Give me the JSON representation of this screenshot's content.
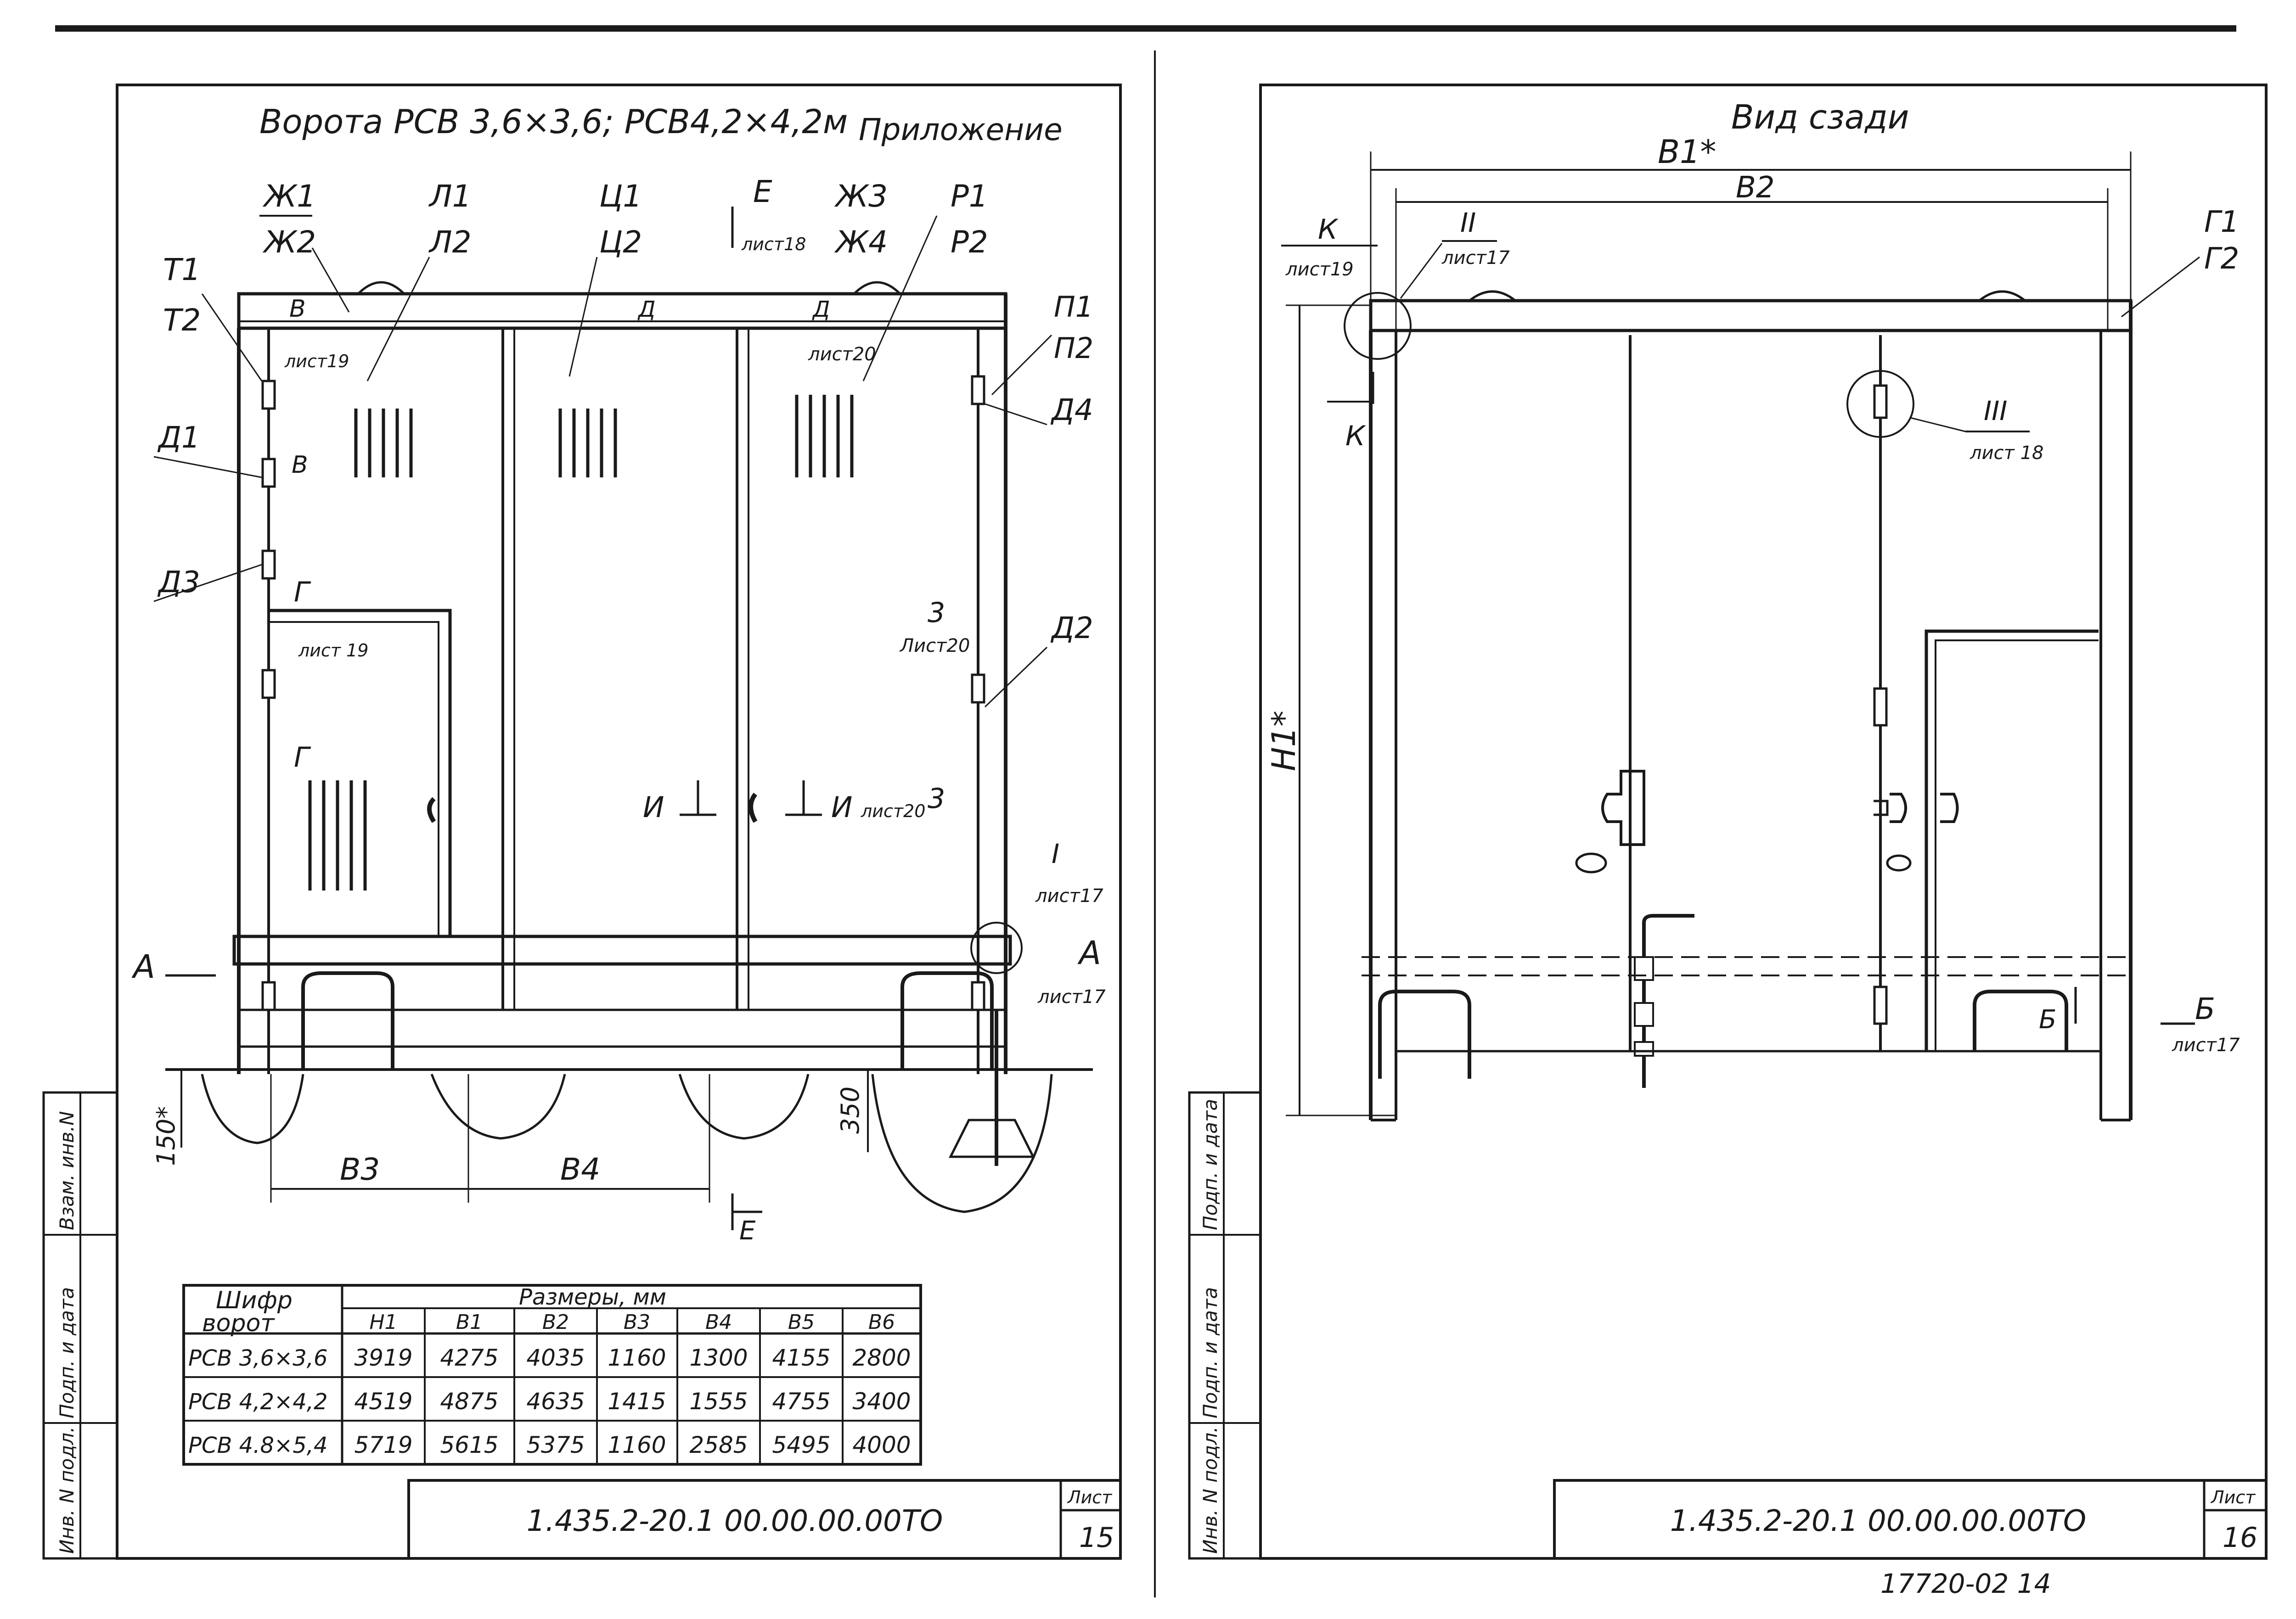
{
  "left_sheet": {
    "title": "Ворота РСВ 3,6×3,6; РСВ4,2×4,2м",
    "appendix": "Приложение",
    "callouts": {
      "zh": [
        "Ж1",
        "Ж2"
      ],
      "l": [
        "Л1",
        "Л2"
      ],
      "ts": [
        "Ц1",
        "Ц2"
      ],
      "zh34": [
        "Ж3",
        "Ж4"
      ],
      "r": [
        "Р1",
        "Р2"
      ],
      "t": [
        "Т1",
        "Т2"
      ],
      "p": [
        "П1",
        "П2"
      ],
      "e_cut": "Е",
      "e_sheet": "лист18",
      "v_top": "В",
      "v_side": "В",
      "d_left": "Д",
      "d_right": "Д",
      "d_sheet": "лист20",
      "list19_a": "лист19",
      "list19_b": "лист 19",
      "d1": "Д1",
      "d3": "Д3",
      "d4": "Д4",
      "d2": "Д2",
      "g_top": "Г",
      "g_bottom": "Г",
      "z_upper": "3",
      "z_upper_sheet": "Лист20",
      "z_lower": "3",
      "i_left": "И",
      "i_right": "И",
      "i_sheet": "лист20",
      "roman_i": "I",
      "roman_i_sheet": "лист17",
      "a_left": "А",
      "a_right": "А",
      "a_sheet": "лист17",
      "dim_150": "150*",
      "dim_350": "350",
      "dim_b3": "В3",
      "dim_b4": "В4",
      "e_bottom": "Е"
    },
    "table": {
      "corner_top": "Шифр",
      "corner_bottom": "ворот",
      "group_header": "Размеры, мм",
      "columns": [
        "Н1",
        "В1",
        "В2",
        "В3",
        "В4",
        "В5",
        "В6"
      ],
      "rows": [
        [
          "РСВ 3,6×3,6",
          "3919",
          "4275",
          "4035",
          "1160",
          "1300",
          "4155",
          "2800"
        ],
        [
          "РСВ 4,2×4,2",
          "4519",
          "4875",
          "4635",
          "1415",
          "1555",
          "4755",
          "3400"
        ],
        [
          "РСВ 4.8×5,4",
          "5719",
          "5615",
          "5375",
          "1160",
          "2585",
          "5495",
          "4000"
        ]
      ]
    },
    "side_stamp": [
      "Взам. инв.N",
      "Подп. и дата",
      "Инв. N подл."
    ],
    "doc_number": "1.435.2-20.1 00.00.00.00ТО",
    "sheet_label": "Лист",
    "sheet_number": "15"
  },
  "right_sheet": {
    "title": "Вид сзади",
    "dims": {
      "b1": "В1*",
      "b2": "В2",
      "h1": "Н1*"
    },
    "callouts": {
      "k_top": "К",
      "k_sheet": "лист19",
      "k_bottom": "К",
      "roman_ii": "II",
      "roman_ii_sheet": "лист17",
      "roman_iii": "III",
      "roman_iii_sheet": "лист 18",
      "g": [
        "Г1",
        "Г2"
      ],
      "b_cut": "Б",
      "b_right": "Б",
      "b_sheet": "лист17"
    },
    "side_stamp": [
      "Подп. и дата",
      "Подп. и дата",
      "Инв. N подл."
    ],
    "doc_number": "1.435.2-20.1 00.00.00.00ТО",
    "sheet_label": "Лист",
    "sheet_number": "16",
    "archive_number": "17720-02 14"
  }
}
